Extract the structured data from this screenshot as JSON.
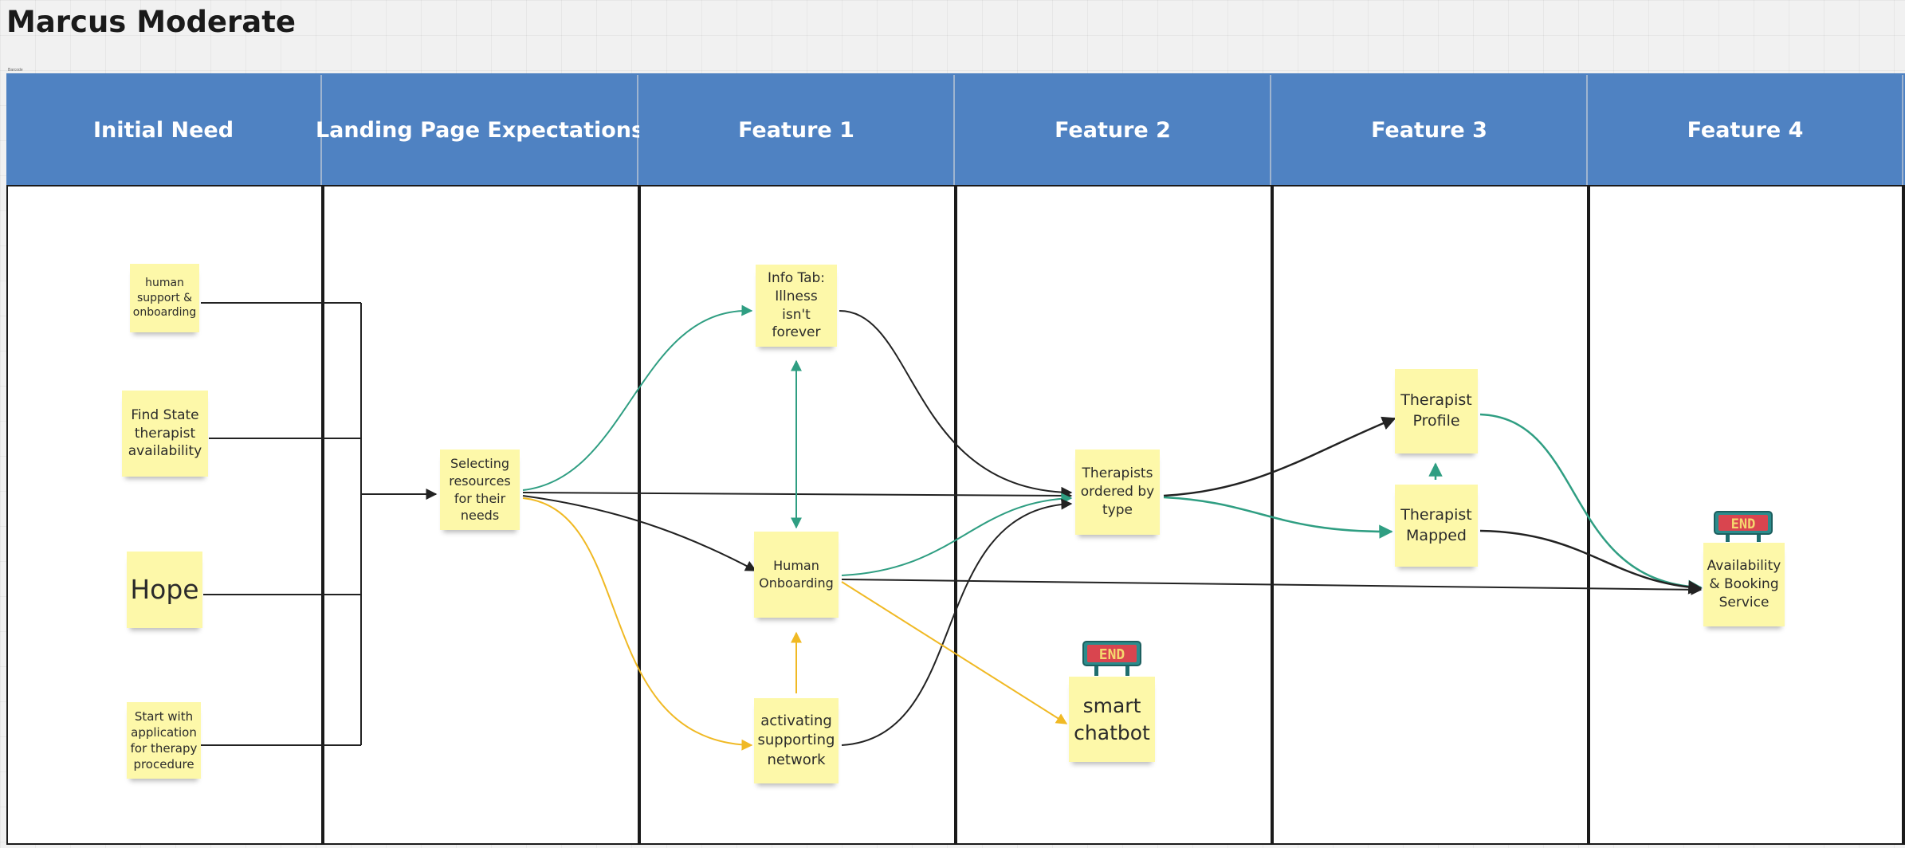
{
  "board": {
    "title": "Marcus Moderate",
    "tiny_label": "Barcode"
  },
  "columns": [
    {
      "label": "Initial Need"
    },
    {
      "label": "Landing Page Expectations"
    },
    {
      "label": "Feature 1"
    },
    {
      "label": "Feature 2"
    },
    {
      "label": "Feature 3"
    },
    {
      "label": "Feature 4"
    }
  ],
  "stickies": {
    "human_support": "human support & onboarding",
    "find_state": "Find State therapist availability",
    "hope": "Hope",
    "start_application": "Start with application for therapy procedure",
    "selecting_resources": "Selecting resources for their needs",
    "info_tab": "Info Tab: Illness isn't forever",
    "human_onboarding": "Human Onboarding",
    "activating_network": "activating supporting network",
    "therapists_ordered": "Therapists ordered by type",
    "smart_chatbot": "smart chatbot",
    "therapist_profile": "Therapist Profile",
    "therapist_mapped": "Therapist Mapped",
    "availability_booking": "Availability & Booking Service"
  },
  "end_signs": [
    {
      "text": "END"
    },
    {
      "text": "END"
    }
  ],
  "colors": {
    "header_blue": "#4f82c2",
    "sticky_yellow": "#fdf8a9",
    "arrow_black": "#222222",
    "arrow_teal": "#2f9e82",
    "arrow_yellow": "#f0b924",
    "end_sign_red": "#d9454f",
    "end_sign_teal": "#2b8c8c"
  }
}
